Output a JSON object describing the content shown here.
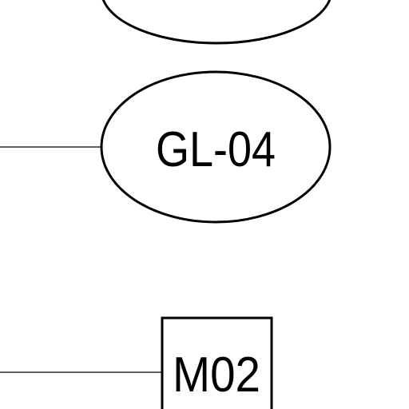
{
  "diagram": {
    "nodes": [
      {
        "id": "top-ellipse",
        "shape": "ellipse",
        "label": ""
      },
      {
        "id": "gl-04",
        "shape": "ellipse",
        "label": "GL-04"
      },
      {
        "id": "m02",
        "shape": "rectangle",
        "label": "M02"
      }
    ],
    "connectors": [
      {
        "to": "gl-04",
        "from": "off-canvas-left"
      },
      {
        "to": "m02",
        "from": "off-canvas-left"
      }
    ],
    "colors": {
      "background": "#ffffff",
      "stroke": "#000000"
    }
  }
}
